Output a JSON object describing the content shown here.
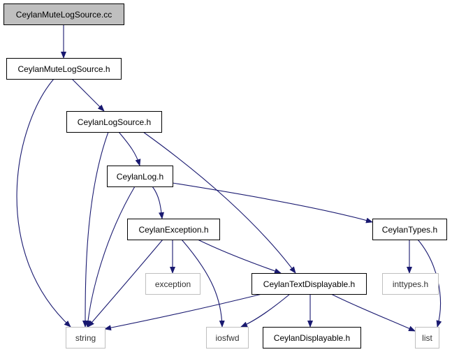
{
  "colors": {
    "edge": "#191970",
    "node_border_dark": "#000000",
    "node_border_light": "#bfbfbf",
    "root_fill": "#bfbfbf",
    "node_fill": "#ffffff",
    "text_dark": "#000000",
    "text_light": "#333333"
  },
  "nodes": [
    {
      "id": "cc",
      "label": "CeylanMuteLogSource.cc",
      "style": "root"
    },
    {
      "id": "mlsh",
      "label": "CeylanMuteLogSource.h",
      "style": "normal"
    },
    {
      "id": "lsh",
      "label": "CeylanLogSource.h",
      "style": "normal"
    },
    {
      "id": "logh",
      "label": "CeylanLog.h",
      "style": "normal"
    },
    {
      "id": "exch",
      "label": "CeylanException.h",
      "style": "normal"
    },
    {
      "id": "typh",
      "label": "CeylanTypes.h",
      "style": "normal"
    },
    {
      "id": "exc",
      "label": "exception",
      "style": "system"
    },
    {
      "id": "tdh",
      "label": "CeylanTextDisplayable.h",
      "style": "normal"
    },
    {
      "id": "inth",
      "label": "inttypes.h",
      "style": "system"
    },
    {
      "id": "str",
      "label": "string",
      "style": "system"
    },
    {
      "id": "iosf",
      "label": "iosfwd",
      "style": "system"
    },
    {
      "id": "dh",
      "label": "CeylanDisplayable.h",
      "style": "normal"
    },
    {
      "id": "lst",
      "label": "list",
      "style": "system"
    }
  ],
  "edges": [
    {
      "from": "cc",
      "to": "mlsh"
    },
    {
      "from": "mlsh",
      "to": "str"
    },
    {
      "from": "mlsh",
      "to": "lsh"
    },
    {
      "from": "lsh",
      "to": "str"
    },
    {
      "from": "lsh",
      "to": "logh"
    },
    {
      "from": "lsh",
      "to": "tdh"
    },
    {
      "from": "logh",
      "to": "str"
    },
    {
      "from": "logh",
      "to": "exch"
    },
    {
      "from": "logh",
      "to": "typh"
    },
    {
      "from": "exch",
      "to": "str"
    },
    {
      "from": "exch",
      "to": "exc"
    },
    {
      "from": "exch",
      "to": "iosf"
    },
    {
      "from": "exch",
      "to": "tdh"
    },
    {
      "from": "typh",
      "to": "inth"
    },
    {
      "from": "typh",
      "to": "lst"
    },
    {
      "from": "tdh",
      "to": "str"
    },
    {
      "from": "tdh",
      "to": "iosf"
    },
    {
      "from": "tdh",
      "to": "dh"
    },
    {
      "from": "tdh",
      "to": "lst"
    }
  ]
}
